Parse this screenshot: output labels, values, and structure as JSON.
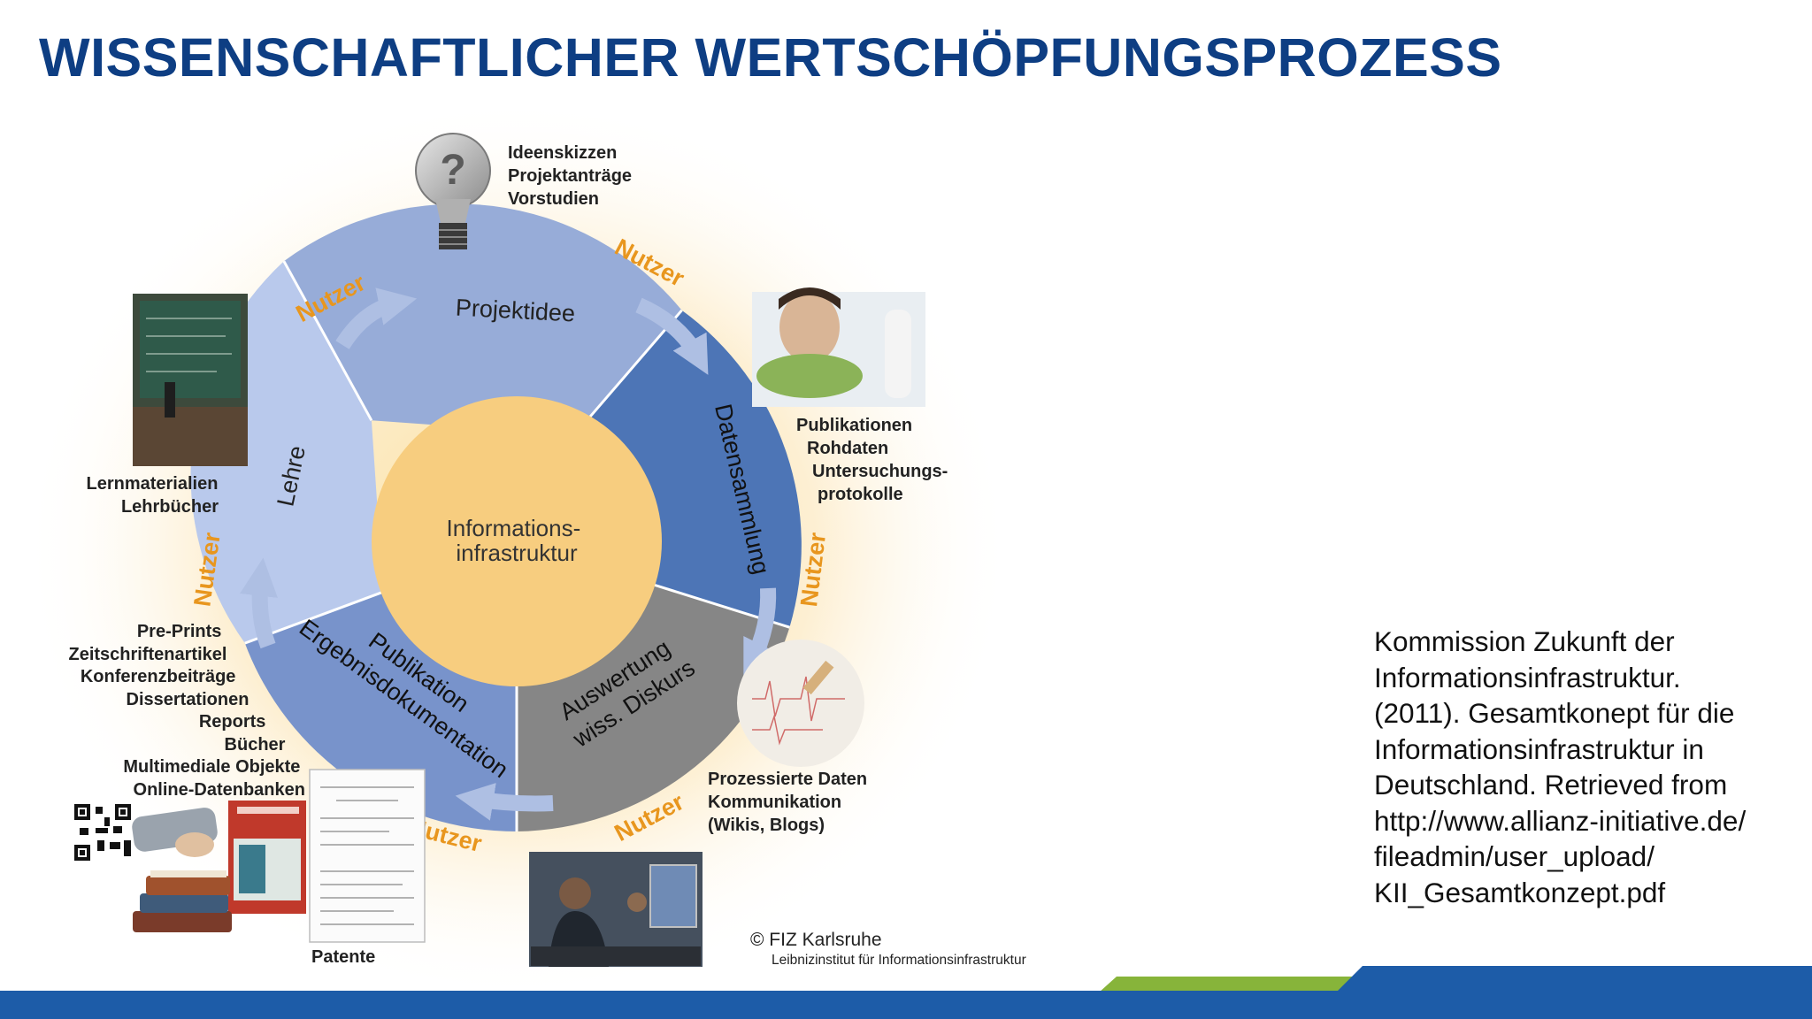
{
  "slide": {
    "title": "WISSENSCHAFTLICHER WERTSCHÖPFUNGSPROZESS"
  },
  "diagram": {
    "center_lines": [
      "Informations-",
      "infrastruktur"
    ],
    "segments": {
      "projektidee": "Projektidee",
      "datensammlung": "Datensammlung",
      "auswertung_lines": [
        "Auswertung",
        "wiss. Diskurs"
      ],
      "publikation_lines": [
        "Publikation",
        "Ergebnisdokumentation"
      ],
      "lehre": "Lehre"
    },
    "nutzer_label": "Nutzer",
    "outputs": {
      "idee": [
        "Ideenskizzen",
        "Projektanträge",
        "Vorstudien"
      ],
      "daten": [
        "Publikationen",
        "Rohdaten",
        "Untersuchungs-",
        "protokolle"
      ],
      "auswertung": [
        "Prozessierte Daten",
        "Kommunikation",
        "(Wikis, Blogs)"
      ],
      "publikation": [
        "Pre-Prints",
        "Zeitschriftenartikel",
        "Konferenzbeiträge",
        "Dissertationen",
        "Reports",
        "Bücher",
        "Multimediale Objekte",
        "Online-Datenbanken"
      ],
      "lehre": [
        "Lernmaterialien",
        "Lehrbücher"
      ],
      "patente": "Patente"
    },
    "credit": {
      "line1": "© FIZ Karlsruhe",
      "line2": "Leibnizinstitut für Informationsinfrastruktur"
    }
  },
  "citation": {
    "lines": [
      "Kommission Zukunft der",
      "Informationsinfrastruktur.",
      "(2011). Gesamtkonept für die",
      "Informationsinfrastruktur in",
      "Deutschland. Retrieved from",
      "http://www.allianz-initiative.de/",
      "fileadmin/user_upload/",
      "KII_Gesamtkonzept.pdf"
    ]
  },
  "colors": {
    "title": "#0e3e83",
    "nutzer": "#e8961e",
    "center": "#f7cd7f",
    "projektidee": "#97acd8",
    "datensammlung": "#4d75b6",
    "auswertung": "#868686",
    "publikation": "#7893cb",
    "lehre": "#b9c9ec",
    "footer_blue": "#1d5ca8",
    "footer_green": "#87b43a"
  }
}
